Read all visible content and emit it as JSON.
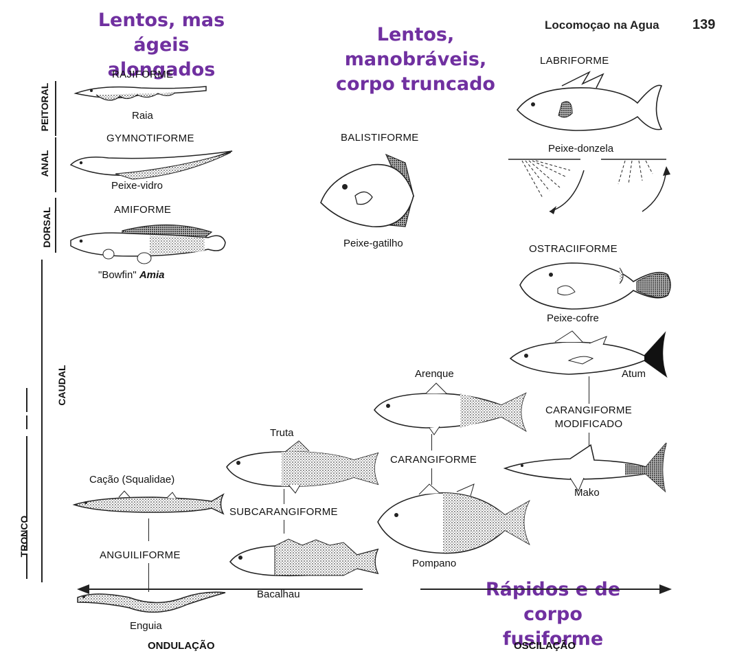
{
  "header": {
    "title": "Locomoçao na Agua",
    "page": "139"
  },
  "annotations": {
    "slow_agile": [
      "Lentos, mas ágeis",
      "alongados"
    ],
    "slow_maneuverable": [
      "Lentos, manobráveis,",
      "corpo truncado"
    ],
    "fast": [
      "Rápidos e de corpo",
      "fusiforme"
    ]
  },
  "side_labels": {
    "peitoral": "PEITORAL",
    "anal": "ANAL",
    "dorsal": "DORSAL",
    "caudal": "CAUDAL",
    "tronco": "TRONCO"
  },
  "modes": {
    "rajiforme": "RAJIFORME",
    "gymnotiforme": "GYMNOTIFORME",
    "amiforme": "AMIFORME",
    "balistiforme": "BALISTIFORME",
    "labriforme": "LABRIFORME",
    "ostraciiforme": "OSTRACIIFORME",
    "carangiforme_mod": [
      "CARANGIFORME",
      "MODIFICADO"
    ],
    "carangiforme": "CARANGIFORME",
    "subcarangiforme": "SUBCARANGIFORME",
    "anguiliforme": "ANGUILIFORME"
  },
  "fish": {
    "raia": "Raia",
    "peixe_vidro": "Peixe-vidro",
    "bowfin": "\"Bowfin\"",
    "amia": "Amia",
    "peixe_gatilho": "Peixe-gatilho",
    "peixe_donzela": "Peixe-donzela",
    "peixe_cofre": "Peixe-cofre",
    "atum": "Atum",
    "arenque": "Arenque",
    "mako": "Mako",
    "truta": "Truta",
    "cacao": "Cação (Squalidae)",
    "pompano": "Pompano",
    "bacalhau": "Bacalhau",
    "enguia": "Enguia"
  },
  "axis": {
    "left": "ONDULAÇÃO",
    "right": "OSCILAÇÃO"
  }
}
